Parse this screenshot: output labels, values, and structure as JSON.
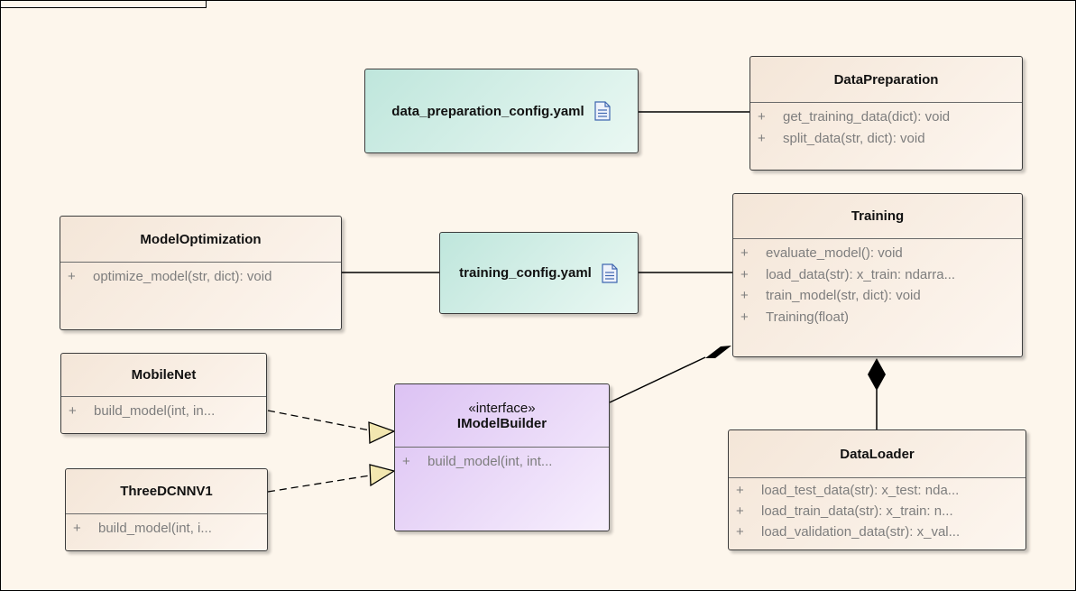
{
  "artifacts": {
    "data_prep_config": {
      "name": "data_preparation_config.yaml",
      "icon": "document-icon"
    },
    "training_config": {
      "name": "training_config.yaml",
      "icon": "document-icon"
    }
  },
  "classes": {
    "data_preparation": {
      "name": "DataPreparation",
      "ops": [
        {
          "vis": "+",
          "text": "get_training_data(dict): void"
        },
        {
          "vis": "+",
          "text": "split_data(str, dict): void"
        }
      ]
    },
    "model_optimization": {
      "name": "ModelOptimization",
      "ops": [
        {
          "vis": "+",
          "text": "optimize_model(str, dict): void"
        }
      ]
    },
    "training": {
      "name": "Training",
      "ops": [
        {
          "vis": "+",
          "text": "evaluate_model(): void"
        },
        {
          "vis": "+",
          "text": "load_data(str): x_train: ndarra..."
        },
        {
          "vis": "+",
          "text": "train_model(str, dict): void"
        },
        {
          "vis": "+",
          "text": "Training(float)"
        }
      ]
    },
    "mobilenet": {
      "name": "MobileNet",
      "ops": [
        {
          "vis": "+",
          "text": "build_model(int, in..."
        }
      ]
    },
    "threedcnn": {
      "name": "ThreeDCNNV1",
      "ops": [
        {
          "vis": "+",
          "text": "build_model(int, i..."
        }
      ]
    },
    "imodelbuilder": {
      "stereotype": "«interface»",
      "name": "IModelBuilder",
      "ops": [
        {
          "vis": "+",
          "text": "build_model(int, int..."
        }
      ]
    },
    "dataloader": {
      "name": "DataLoader",
      "ops": [
        {
          "vis": "+",
          "text": "load_test_data(str): x_test: nda..."
        },
        {
          "vis": "+",
          "text": "load_train_data(str): x_train: n..."
        },
        {
          "vis": "+",
          "text": "load_validation_data(str): x_val..."
        }
      ]
    }
  },
  "colors": {
    "class_fill": "#f4e6d8",
    "interface_fill": "#dcc2f3",
    "artifact_fill": "#bfe6dc",
    "realization_arrow_fill": "#f3e7b0",
    "line": "#000000"
  }
}
